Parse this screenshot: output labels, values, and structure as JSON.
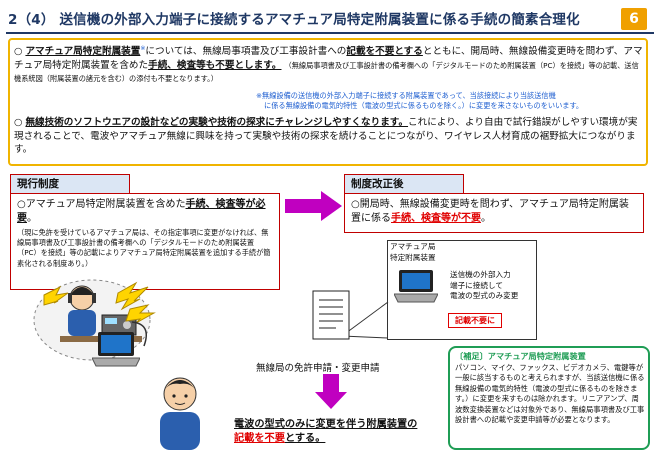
{
  "header": {
    "title": "2（4） 送信機の外部入力端子に接続するアマチュア局特定附属装置に係る手続の簡素合理化",
    "page_number": "6"
  },
  "summary": {
    "p1": {
      "bullet": "○",
      "lead": "アマチュア局特定附属装置",
      "mark": "※",
      "t1": "については、無線局事項書及び工事設計書への",
      "bold1": "記載を不要とする",
      "t2": "とともに、開局時、無線設備変更時を問わず、アマチュア局特定附属装置を含めた",
      "bold2": "手続、検査等も不要とします。",
      "small": "（無線局事項書及び工事設計書の備考欄への「デジタルモードのため附属装置（PC）を接続」等の記載、送信機系統図（附属装置の諸元を含む）の添付も不要となります。）"
    },
    "note_line1": "※無線設備の送信機の外部入力端子に接続する附属装置であって、当該接続により当該送信機",
    "note_line2": "に係る無線設備の電気的特性（電波の型式に係るものを除く。）に変更を来さないものをいいます。",
    "p2": {
      "bullet": "○",
      "lead": "無線技術のソフトウエアの設計などの実験や技術の探求にチャレンジしやすくなります。",
      "t1": "これにより、より自由で試行錯誤がしやすい環境が実現されることで、電波やアマチュア無線に興味を持って実験や技術の探求を続けることにつながり、ワイヤレス人材育成の裾野拡大につながります。"
    }
  },
  "current": {
    "heading": "現行制度",
    "t1": "○アマチュア局特定附属装置を含めた",
    "bold": "手続、検査等が必要",
    "t2": "。",
    "small": "（現に免許を受けているアマチュア局は、その指定事項に変更がなければ、無線局事項書及び工事設計書の備考欄への「デジタルモードのため附属装置（PC）を接続」等の記載によりアマチュア局特定附属装置を追加する手続が簡素化される制度あり。）"
  },
  "revised": {
    "heading": "制度改正後",
    "t1": "○開局時、無線設備変更時を問わず、アマチュア局特定附属装置に係る",
    "red": "手続、検査等が不要",
    "t2": "。"
  },
  "diagram": {
    "device_label1": "アマチュア局",
    "device_label2": "特定附属装置",
    "desc1": "送信機の外部入力",
    "desc2": "端子に接続して",
    "desc3": "電波の型式のみ変更",
    "stamp": "記載不要に",
    "application": "無線局の免許申請・変更申請",
    "bottom1": "電波の型式のみに変更を伴う附属装置の",
    "bottom2_red": "記載を不要",
    "bottom2_rest": "とする。"
  },
  "supplement": {
    "heading": "〔補足〕アマチュア局特定附属装置",
    "body": "パソコン、マイク、ファックス、ビデオカメラ、電鍵等が一般に該当するものと考えられますが、当該送信機に係る無線設備の電気的特性（電波の型式に係るものを除きます。）に変更を来すものは除かれます。リニアアンプ、周波数変換装置などは対象外であり、無線局事項書及び工事設計書への記載や変更申請等が必要となります。"
  },
  "colors": {
    "navy": "#1f3864",
    "accent_orange": "#f0a000",
    "frame_red": "#c00000",
    "emphasis_red": "#e00000",
    "arrow_magenta": "#c000c0",
    "green": "#1f9d55"
  }
}
